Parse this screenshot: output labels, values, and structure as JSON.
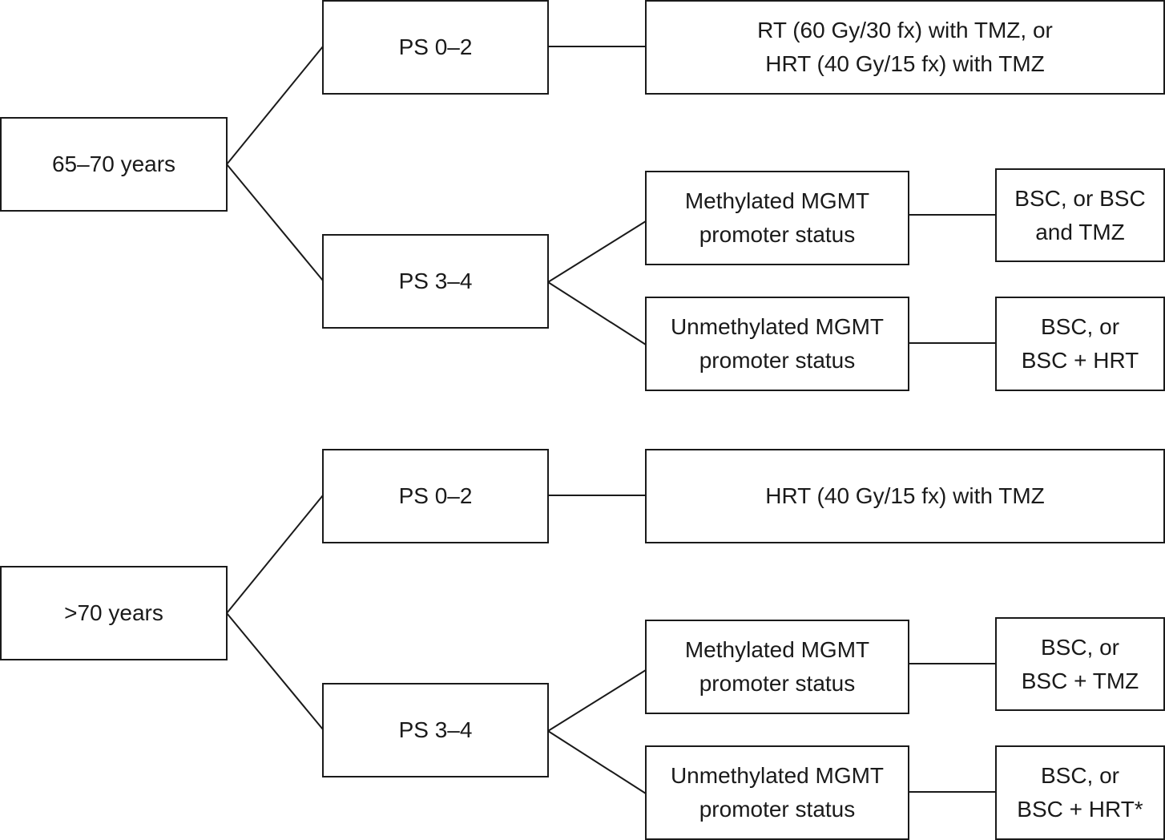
{
  "colors": {
    "stroke": "#1a1a1a",
    "background": "#ffffff"
  },
  "groups": [
    {
      "age": "65–70 years",
      "ps_good": "PS 0–2",
      "ps_good_treatment": {
        "line1": "RT (60 Gy/30 fx) with TMZ, or",
        "line2": "HRT (40 Gy/15 fx) with TMZ"
      },
      "ps_poor": "PS 3–4",
      "methylated": {
        "line1": "Methylated MGMT",
        "line2": "promoter status"
      },
      "methylated_treatment": {
        "line1": "BSC, or BSC",
        "line2": "and TMZ"
      },
      "unmethylated": {
        "line1": "Unmethylated MGMT",
        "line2": "promoter status"
      },
      "unmethylated_treatment": {
        "line1": "BSC, or",
        "line2": "BSC + HRT"
      }
    },
    {
      "age": ">70 years",
      "ps_good": "PS 0–2",
      "ps_good_treatment": {
        "line1": "HRT (40 Gy/15 fx) with TMZ",
        "line2": ""
      },
      "ps_poor": "PS 3–4",
      "methylated": {
        "line1": "Methylated MGMT",
        "line2": "promoter status"
      },
      "methylated_treatment": {
        "line1": "BSC, or",
        "line2": "BSC + TMZ"
      },
      "unmethylated": {
        "line1": "Unmethylated MGMT",
        "line2": "promoter status"
      },
      "unmethylated_treatment": {
        "line1": "BSC, or",
        "line2": "BSC + HRT*"
      }
    }
  ]
}
